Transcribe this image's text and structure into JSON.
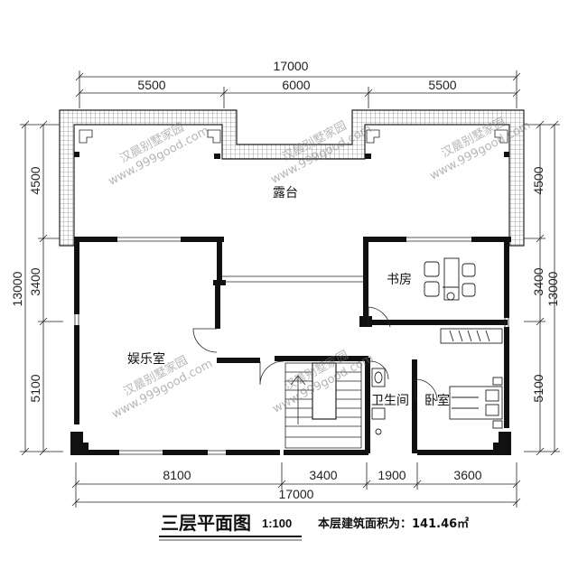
{
  "drawing": {
    "title": "三层平面图",
    "scale": "1:100",
    "area_label": "本层建筑面积为：141.46㎡"
  },
  "dimensions": {
    "top_total": "17000",
    "top_segments": [
      "5500",
      "6000",
      "5500"
    ],
    "bottom_segments": [
      "8100",
      "3400",
      "1900",
      "3600"
    ],
    "bottom_total": "17000",
    "left_total": "13000",
    "left_segments": [
      "4500",
      "3400",
      "5100"
    ],
    "right_total": "13000",
    "right_segments": [
      "4500",
      "3400",
      "5100"
    ]
  },
  "rooms": {
    "terrace": "露台",
    "study": "书房",
    "entertainment": "娱乐室",
    "bathroom": "卫生间",
    "bedroom": "卧室"
  },
  "watermarks": [
    {
      "line1": "汉晨别墅家园",
      "line2": "www.999good.com"
    },
    {
      "line1": "汉晨别墅家园",
      "line2": "www.999good.com"
    },
    {
      "line1": "汉晨别墅家园",
      "line2": "www.999good.com"
    },
    {
      "line1": "汉晨别墅家园",
      "line2": "www.999good.com"
    },
    {
      "line1": "汉晨别墅家园",
      "line2": "www.999good.com"
    }
  ],
  "colors": {
    "wall": "#111111",
    "line": "#222222",
    "parapet_hatch": "#555555"
  }
}
